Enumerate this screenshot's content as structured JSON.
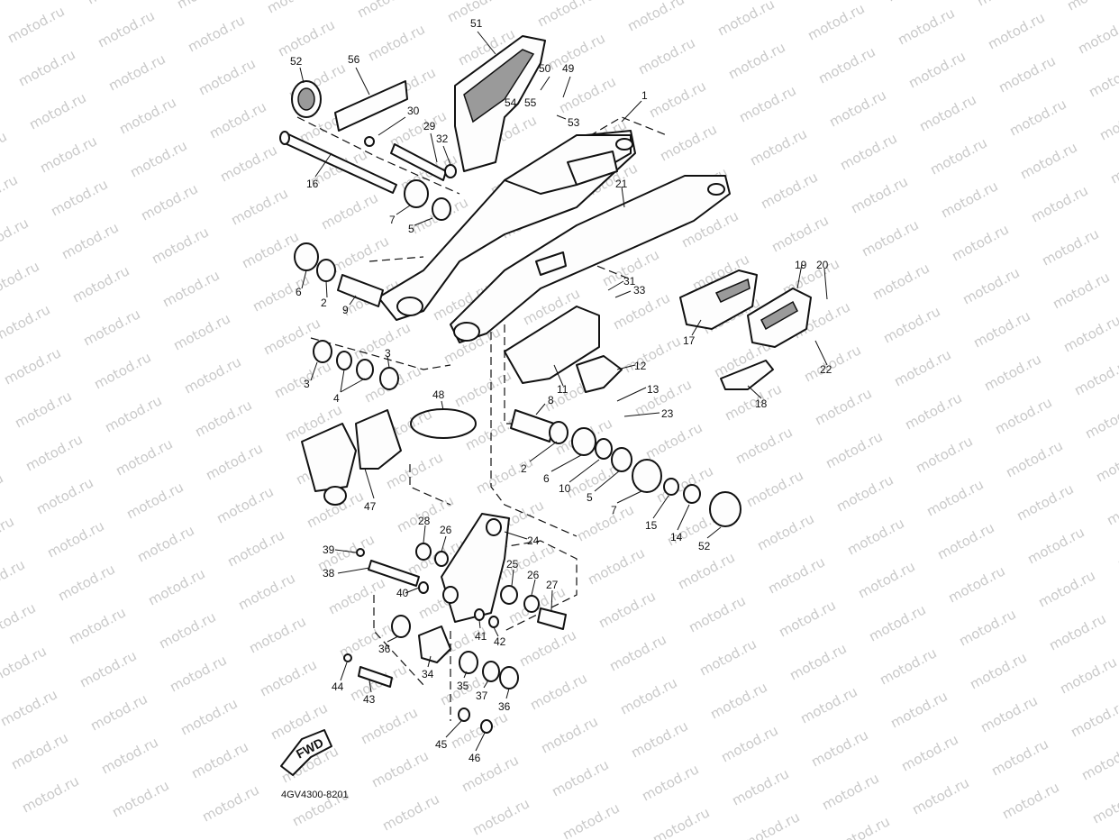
{
  "watermark": {
    "text": "motod.ru"
  },
  "diagram": {
    "code": "4GV4300-8201",
    "fwd_label": "FWD",
    "callouts": {
      "c1": "1",
      "c2a": "2",
      "c2b": "2",
      "c3a": "3",
      "c3b": "3",
      "c4": "4",
      "c5a": "5",
      "c5b": "5",
      "c6a": "6",
      "c6b": "6",
      "c7a": "7",
      "c7b": "7",
      "c8": "8",
      "c9": "9",
      "c10": "10",
      "c11": "11",
      "c12": "12",
      "c13": "13",
      "c14": "14",
      "c15": "15",
      "c16": "16",
      "c17": "17",
      "c18": "18",
      "c19": "19",
      "c20": "20",
      "c21": "21",
      "c22": "22",
      "c23": "23",
      "c24": "24",
      "c25": "25",
      "c26a": "26",
      "c26b": "26",
      "c27": "27",
      "c28": "28",
      "c29": "29",
      "c30": "30",
      "c31": "31",
      "c32": "32",
      "c33": "33",
      "c34": "34",
      "c35": "35",
      "c36a": "36",
      "c36b": "36",
      "c37": "37",
      "c38": "38",
      "c39": "39",
      "c40": "40",
      "c41": "41",
      "c42": "42",
      "c43": "43",
      "c44": "44",
      "c45": "45",
      "c46": "46",
      "c47": "47",
      "c48": "48",
      "c49": "49",
      "c50": "50",
      "c51": "51",
      "c52a": "52",
      "c52b": "52",
      "c53": "53",
      "c54": "54",
      "c55": "55",
      "c56": "56"
    }
  }
}
